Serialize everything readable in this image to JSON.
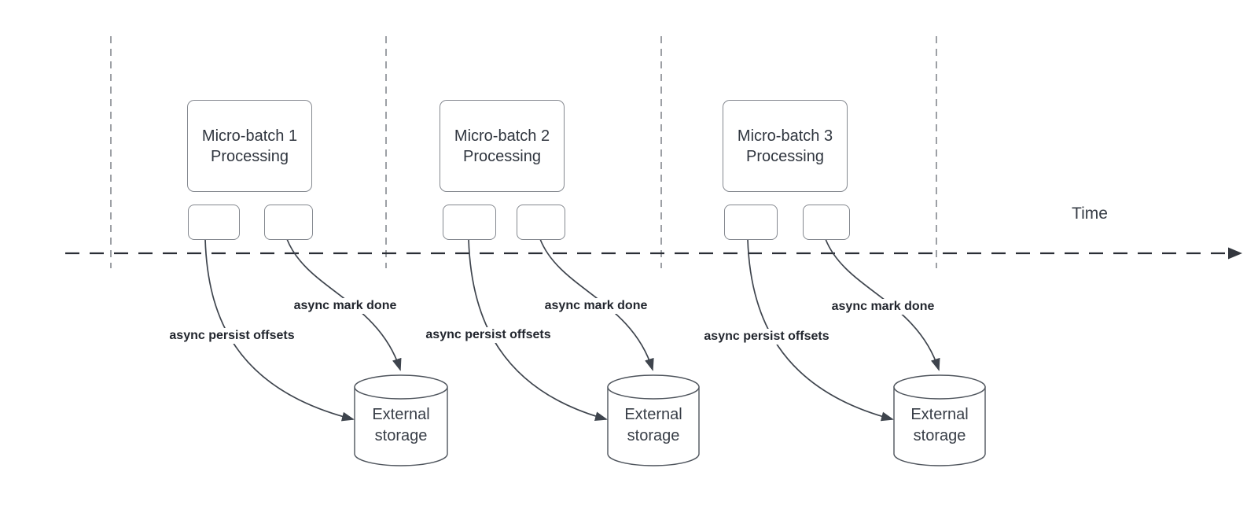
{
  "diagram": {
    "time_label": "Time",
    "batches": [
      {
        "title_line1": "Micro-batch 1",
        "title_line2": "Processing",
        "persist_label": "async persist offsets",
        "done_label": "async mark done",
        "storage_line1": "External",
        "storage_line2": "storage"
      },
      {
        "title_line1": "Micro-batch 2",
        "title_line2": "Processing",
        "persist_label": "async persist offsets",
        "done_label": "async mark done",
        "storage_line1": "External",
        "storage_line2": "storage"
      },
      {
        "title_line1": "Micro-batch 3",
        "title_line2": "Processing",
        "persist_label": "async persist offsets",
        "done_label": "async mark done",
        "storage_line1": "External",
        "storage_line2": "storage"
      }
    ],
    "colors": {
      "arrow_stroke": "#3e444d",
      "box_border": "#84888f",
      "cylinder_stroke": "#4e545c",
      "timeline": "#2a2e35",
      "guide_line": "#9da0a5",
      "text": "#30363f",
      "label_text": "#22262e",
      "background": "#ffffff"
    }
  }
}
